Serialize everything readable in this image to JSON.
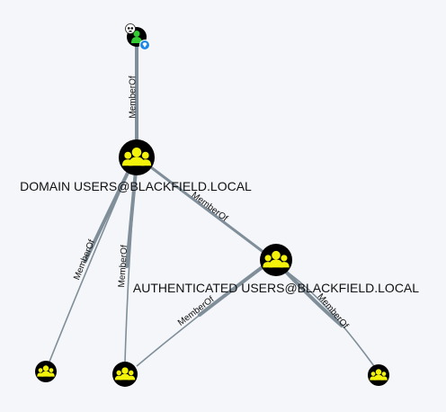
{
  "colors": {
    "background": "#f4f6f9",
    "edge": "#7f8e99",
    "node_fill": "#000000",
    "group_icon": "#f2f20a",
    "user_icon": "#33cc33",
    "owned_marker": "#ffffff",
    "highvalue_marker": "#1e88e5"
  },
  "nodes": {
    "top_user": {
      "icon": "user-icon",
      "badges": [
        "skull-icon",
        "diamond-icon"
      ]
    },
    "domain_users": {
      "label": "DOMAIN USERS@BLACKFIELD.LOCAL",
      "icon": "group-icon"
    },
    "authenticated_users": {
      "label": "AUTHENTICATED USERS@BLACKFIELD.LOCAL",
      "icon": "group-icon"
    },
    "bottom_left_group": {
      "icon": "group-icon"
    },
    "bottom_mid_group": {
      "icon": "group-icon"
    },
    "bottom_right_group": {
      "icon": "group-icon"
    }
  },
  "edges": {
    "top_to_domain": {
      "label": "MemberOf"
    },
    "domain_to_auth": {
      "label": "MemberOf"
    },
    "left_to_domain": {
      "label": "MemberOf"
    },
    "mid_to_domain": {
      "label": "MemberOf"
    },
    "mid_to_auth": {
      "label": "MemberOf"
    },
    "right_to_auth": {
      "label": "MemberOf"
    }
  }
}
